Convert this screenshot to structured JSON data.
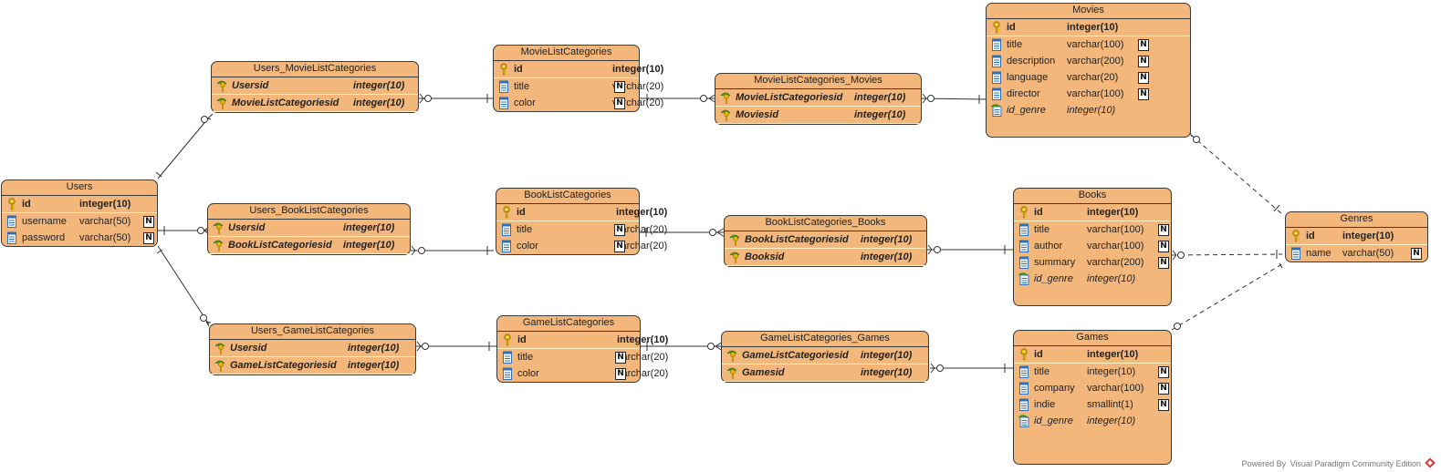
{
  "entities": {
    "Users": {
      "title": "Users",
      "cols": [
        {
          "name": "id",
          "type": "integer(10)",
          "key": "pk",
          "null": ""
        },
        {
          "name": "username",
          "type": "varchar(50)",
          "key": "",
          "null": "N"
        },
        {
          "name": "password",
          "type": "varchar(50)",
          "key": "",
          "null": "N"
        }
      ]
    },
    "UML": {
      "title": "Users_MovieListCategories",
      "cols": [
        {
          "name": "Usersid",
          "type": "integer(10)",
          "key": "pfk",
          "null": ""
        },
        {
          "name": "MovieListCategoriesid",
          "type": "integer(10)",
          "key": "pfk",
          "null": ""
        }
      ]
    },
    "UBL": {
      "title": "Users_BookListCategories",
      "cols": [
        {
          "name": "Usersid",
          "type": "integer(10)",
          "key": "pfk",
          "null": ""
        },
        {
          "name": "BookListCategoriesid",
          "type": "integer(10)",
          "key": "pfk",
          "null": ""
        }
      ]
    },
    "UGL": {
      "title": "Users_GameListCategories",
      "cols": [
        {
          "name": "Usersid",
          "type": "integer(10)",
          "key": "pfk",
          "null": ""
        },
        {
          "name": "GameListCategoriesid",
          "type": "integer(10)",
          "key": "pfk",
          "null": ""
        }
      ]
    },
    "MLC": {
      "title": "MovieListCategories",
      "cols": [
        {
          "name": "id",
          "type": "integer(10)",
          "key": "pk",
          "null": ""
        },
        {
          "name": "title",
          "type": "varchar(20)",
          "key": "",
          "null": "N"
        },
        {
          "name": "color",
          "type": "varchar(20)",
          "key": "",
          "null": "N"
        }
      ]
    },
    "BLC": {
      "title": "BookListCategories",
      "cols": [
        {
          "name": "id",
          "type": "integer(10)",
          "key": "pk",
          "null": ""
        },
        {
          "name": "title",
          "type": "varchar(20)",
          "key": "",
          "null": "N"
        },
        {
          "name": "color",
          "type": "varchar(20)",
          "key": "",
          "null": "N"
        }
      ]
    },
    "GLC": {
      "title": "GameListCategories",
      "cols": [
        {
          "name": "id",
          "type": "integer(10)",
          "key": "pk",
          "null": ""
        },
        {
          "name": "title",
          "type": "varchar(20)",
          "key": "",
          "null": "N"
        },
        {
          "name": "color",
          "type": "varchar(20)",
          "key": "",
          "null": "N"
        }
      ]
    },
    "MLCM": {
      "title": "MovieListCategories_Movies",
      "cols": [
        {
          "name": "MovieListCategoriesid",
          "type": "integer(10)",
          "key": "pfk",
          "null": ""
        },
        {
          "name": "Moviesid",
          "type": "integer(10)",
          "key": "pfk",
          "null": ""
        }
      ]
    },
    "BLCB": {
      "title": "BookListCategories_Books",
      "cols": [
        {
          "name": "BookListCategoriesid",
          "type": "integer(10)",
          "key": "pfk",
          "null": ""
        },
        {
          "name": "Booksid",
          "type": "integer(10)",
          "key": "pfk",
          "null": ""
        }
      ]
    },
    "GLCG": {
      "title": "GameListCategories_Games",
      "cols": [
        {
          "name": "GameListCategoriesid",
          "type": "integer(10)",
          "key": "pfk",
          "null": ""
        },
        {
          "name": "Gamesid",
          "type": "integer(10)",
          "key": "pfk",
          "null": ""
        }
      ]
    },
    "Movies": {
      "title": "Movies",
      "cols": [
        {
          "name": "id",
          "type": "integer(10)",
          "key": "pk",
          "null": ""
        },
        {
          "name": "title",
          "type": "varchar(100)",
          "key": "",
          "null": "N"
        },
        {
          "name": "description",
          "type": "varchar(200)",
          "key": "",
          "null": "N"
        },
        {
          "name": "language",
          "type": "varchar(20)",
          "key": "",
          "null": "N"
        },
        {
          "name": "director",
          "type": "varchar(100)",
          "key": "",
          "null": "N"
        },
        {
          "name": "id_genre",
          "type": "integer(10)",
          "key": "fk",
          "null": ""
        }
      ]
    },
    "Books": {
      "title": "Books",
      "cols": [
        {
          "name": "id",
          "type": "integer(10)",
          "key": "pk",
          "null": ""
        },
        {
          "name": "title",
          "type": "varchar(100)",
          "key": "",
          "null": "N"
        },
        {
          "name": "author",
          "type": "varchar(100)",
          "key": "",
          "null": "N"
        },
        {
          "name": "summary",
          "type": "varchar(200)",
          "key": "",
          "null": "N"
        },
        {
          "name": "id_genre",
          "type": "integer(10)",
          "key": "fk",
          "null": ""
        }
      ]
    },
    "Games": {
      "title": "Games",
      "cols": [
        {
          "name": "id",
          "type": "integer(10)",
          "key": "pk",
          "null": ""
        },
        {
          "name": "title",
          "type": "integer(10)",
          "key": "",
          "null": "N"
        },
        {
          "name": "company",
          "type": "varchar(100)",
          "key": "",
          "null": "N"
        },
        {
          "name": "indie",
          "type": "smallint(1)",
          "key": "",
          "null": "N"
        },
        {
          "name": "id_genre",
          "type": "integer(10)",
          "key": "fk",
          "null": ""
        }
      ]
    },
    "Genres": {
      "title": "Genres",
      "cols": [
        {
          "name": "id",
          "type": "integer(10)",
          "key": "pk",
          "null": ""
        },
        {
          "name": "name",
          "type": "varchar(50)",
          "key": "",
          "null": "N"
        }
      ]
    }
  },
  "footer": {
    "powered_by": "Powered By Visual Paradigm Community Edition"
  },
  "colors": {
    "entity_fill": "#f3b77b",
    "border": "#3a3a3a",
    "key_gold": "#e8b400",
    "fk_green": "#4a9a2a",
    "column_blue": "#2f6fb5"
  }
}
